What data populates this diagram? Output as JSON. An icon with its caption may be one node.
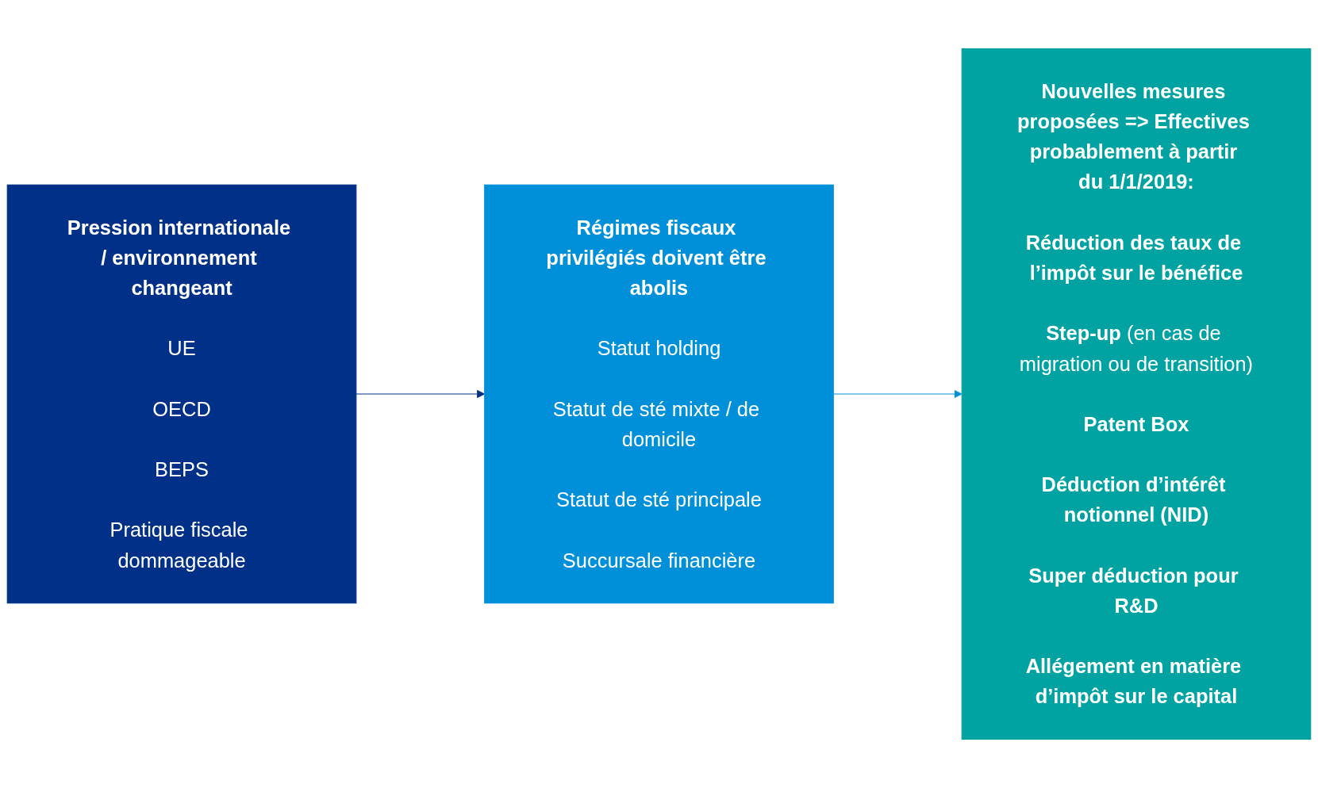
{
  "diagram": {
    "nodes": [
      {
        "text": [
          "Pression internationale / environnement changeant",
          "UE",
          "OECD",
          "BEPS",
          "Pratique fiscale dommageable"
        ]
      },
      {
        "text": [
          "Régimes fiscaux privilégiés doivent être abolis",
          "Statut holding",
          "Statut de sté mixte / de domicile",
          "Statut de sté principale",
          "Succursale financière"
        ]
      },
      {
        "text": [
          "Nouvelles mesures proposées => Effectives probablement à partir du 1/1/2019:",
          "Réduction des taux de l’impôt sur le bénéfice",
          "**Step-up** (en cas de migration ou de transition)",
          "Patent Box",
          "Déduction d’intérêt notionnel (NID)",
          "Super déduction pour R&D",
          "Allégement en matière d’impôt sur le capital"
        ]
      }
    ],
    "edges": [
      {
        "from": 0,
        "to": 1,
        "arrow": "to",
        "color": "#003087"
      },
      {
        "from": 1,
        "to": 2,
        "arrow": "to",
        "color": "#0090da"
      }
    ]
  }
}
